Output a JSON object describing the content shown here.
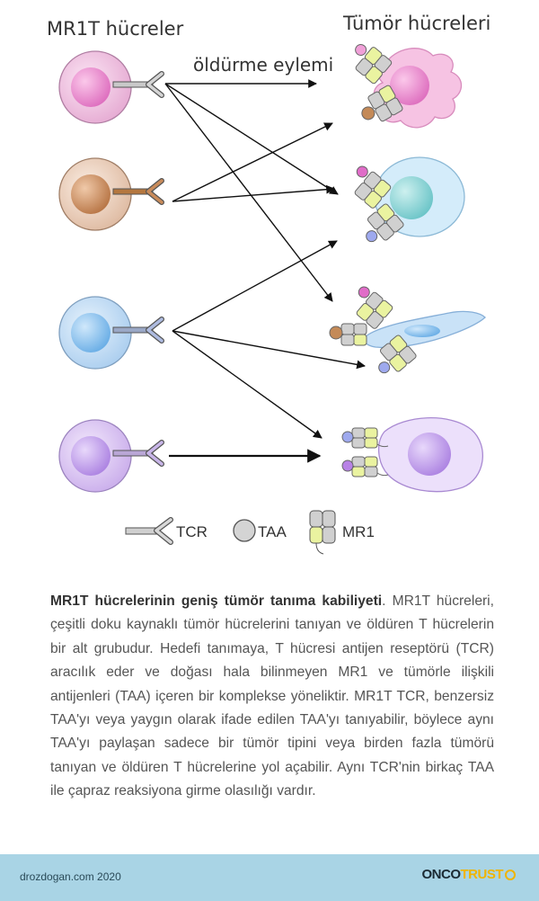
{
  "diagram": {
    "left_heading": "MR1T hücreler",
    "right_heading": "Tümör hücreleri",
    "action_label": "öldürme eylemi",
    "legend": {
      "tcr": "TCR",
      "taa": "TAA",
      "mr1": "MR1"
    },
    "colors": {
      "tcell_pink": "#e98fca",
      "tcell_brown": "#c98b60",
      "tcell_blue": "#8fc4ec",
      "tcell_purple": "#c9a2ea",
      "tumor_pink": "#f3a6d4",
      "tumor_teal": "#7fd0d2",
      "tumor_blue": "#9dc9ee",
      "tumor_purple": "#d3b5f0",
      "mr1_yellow": "#eaf3a0",
      "mr1_gray": "#b5b5b5"
    }
  },
  "caption": {
    "bold": "MR1T hücrelerinin geniş tümör tanıma kabiliyeti",
    "text": ". MR1T hücreleri, çeşitli doku kaynaklı tümör hücrelerini tanıyan ve öldüren T hücrelerin bir alt grubudur. Hedefi tanımaya, T hücresi antijen reseptörü (TCR) aracılık eder ve doğası hala bilinmeyen MR1 ve tümörle ilişkili antijenleri (TAA) içeren bir komplekse yöneliktir. MR1T TCR, benzersiz TAA'yı veya yaygın olarak ifade edilen TAA'yı tanıyabilir, böylece aynı TAA'yı paylaşan sadece bir tümör tipini veya birden fazla tümörü tanıyan ve öldüren T hücrelerine yol açabilir. Aynı TCR'nin birkaç TAA ile çapraz reaksiyona girme olasılığı vardır."
  },
  "footer": {
    "credit": "drozdogan.com 2020",
    "brand_part1": "ONCO",
    "brand_part2": "TRUST"
  }
}
